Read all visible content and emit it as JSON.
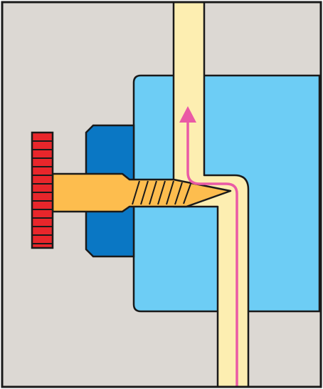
{
  "diagram": {
    "colors": {
      "background": "#dcd8d3",
      "frame": "#1a1a1a",
      "valve_body": "#6dcdf5",
      "packing_nut": "#0a77c4",
      "channel": "#fdeeb1",
      "needle": "#fdbd4e",
      "knob": "#e8262b",
      "flow_arrow": "#ea5aa5"
    },
    "parts": [
      {
        "name": "frame",
        "icon": "rectangle-border"
      },
      {
        "name": "valve-body",
        "icon": "rounded-block"
      },
      {
        "name": "packing-nut",
        "icon": "chamfered-block"
      },
      {
        "name": "flow-channel",
        "icon": "bent-tube"
      },
      {
        "name": "needle-screw",
        "icon": "threaded-needle"
      },
      {
        "name": "knurled-knob",
        "icon": "ribbed-knob"
      },
      {
        "name": "flow-arrow",
        "icon": "up-arrow"
      }
    ]
  }
}
